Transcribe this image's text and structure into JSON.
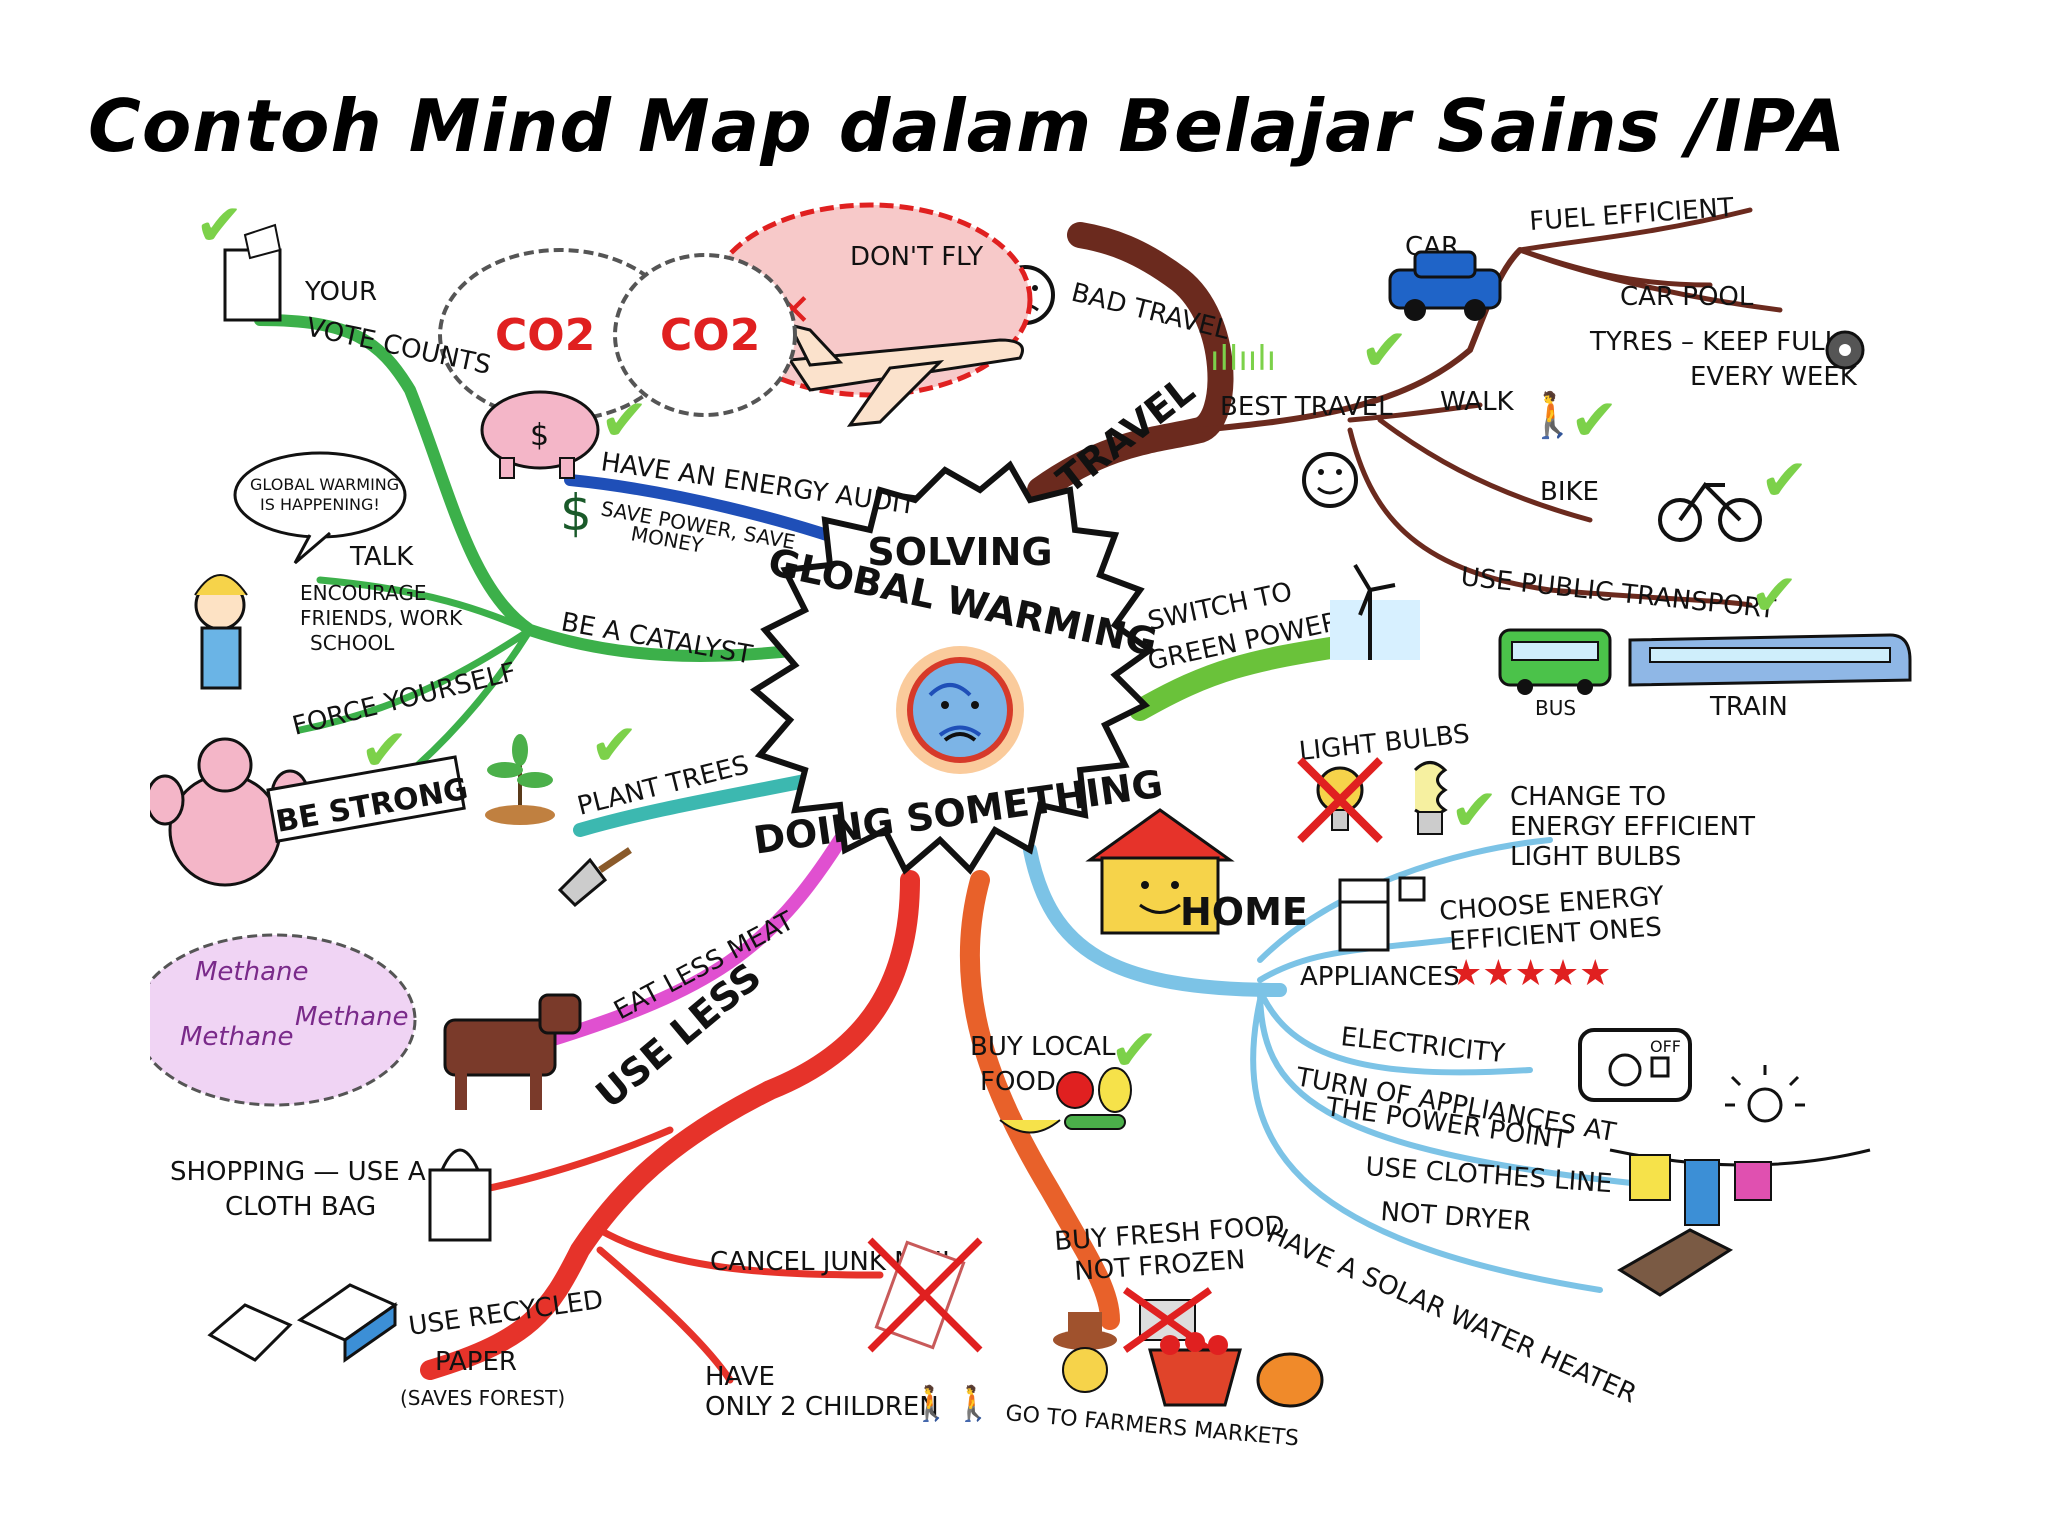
{
  "title": "Contoh Mind Map dalam Belajar Sains /IPA",
  "center": {
    "top": "SOLVING",
    "middle": "GLOBAL WARMING",
    "bottom": "DOING SOMETHING"
  },
  "travel": {
    "branch": "TRAVEL",
    "bad_travel": "BAD TRAVEL",
    "dont_fly": "DON'T FLY",
    "co2_a": "CO2",
    "co2_b": "CO2",
    "best_travel": "BEST TRAVEL",
    "car": "CAR",
    "fuel_efficient": "FUEL EFFICIENT",
    "car_pool": "CAR POOL",
    "tyres_1": "TYRES – KEEP FULL",
    "tyres_2": "EVERY WEEK",
    "walk": "WALK",
    "bike": "BIKE",
    "public_transport": "USE PUBLIC TRANSPORT",
    "bus": "BUS",
    "train": "TRAIN"
  },
  "green_power": {
    "line1": "SWITCH TO",
    "line2": "GREEN POWER"
  },
  "home": {
    "branch": "HOME",
    "light_bulbs": "LIGHT BULBS",
    "change_1": "CHANGE TO",
    "change_2": "ENERGY EFFICIENT",
    "change_3": "LIGHT BULBS",
    "choose_1": "CHOOSE ENERGY",
    "choose_2": "EFFICIENT ONES",
    "appliances": "APPLIANCES",
    "stars": "★★★★★",
    "electricity": "ELECTRICITY",
    "turn_off_1": "TURN OF APPLIANCES AT",
    "turn_off_2": "THE POWER POINT",
    "off_label": "OFF",
    "clothes_1": "USE CLOTHES LINE",
    "clothes_2": "NOT DRYER",
    "solar": "HAVE A SOLAR WATER HEATER"
  },
  "local_food": {
    "buy_local_1": "BUY LOCAL",
    "buy_local_2": "FOOD",
    "fresh_1": "BUY FRESH FOOD",
    "fresh_2": "NOT FROZEN",
    "markets": "GO TO FARMERS MARKETS"
  },
  "use_less": {
    "branch": "USE LESS",
    "shopping_1": "SHOPPING — USE A",
    "shopping_2": "CLOTH BAG",
    "recycled_1": "USE RECYCLED",
    "recycled_2": "PAPER",
    "recycled_3": "(SAVES FOREST)",
    "junk_mail": "CANCEL JUNK MAIL",
    "children_1": "HAVE",
    "children_2": "ONLY 2 CHILDREN"
  },
  "meat": {
    "eat_less": "EAT LESS MEAT",
    "methane_1": "Methane",
    "methane_2": "Methane",
    "methane_3": "Methane"
  },
  "trees": {
    "plant": "PLANT TREES"
  },
  "catalyst": {
    "branch": "BE A CATALYST",
    "energy_audit": "HAVE AN ENERGY AUDIT",
    "save_1": "SAVE POWER, SAVE",
    "save_2": "MONEY",
    "dollar": "$",
    "vote_1": "YOUR",
    "vote_2": "VOTE COUNTS",
    "bubble_1": "GLOBAL WARMING",
    "bubble_2": "IS HAPPENING!",
    "talk": "TALK",
    "encourage_1": "ENCOURAGE",
    "encourage_2": "FRIENDS, WORK",
    "encourage_3": "SCHOOL",
    "force": "FORCE YOURSELF",
    "be_strong": "BE STRONG"
  },
  "colors": {
    "travel": "#6b2a1e",
    "green_power": "#6ac23a",
    "home": "#7cc3e6",
    "local_food": "#e8612a",
    "use_less": "#e6332a",
    "meat": "#e050d0",
    "trees": "#3cb8b0",
    "audit": "#1f4fb8",
    "catalyst": "#3cb04a",
    "check": "#7cd14a"
  }
}
